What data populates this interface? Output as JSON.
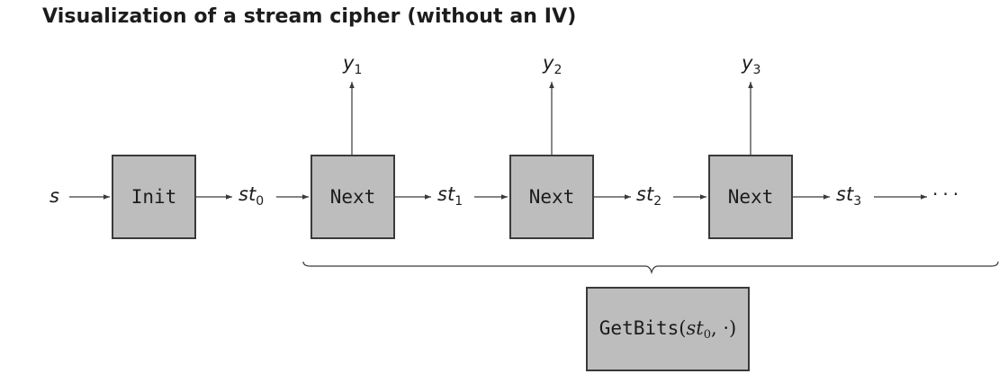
{
  "title": "Visualization of a stream cipher (without an IV)",
  "input_var": "s",
  "init_box": "Init",
  "states": [
    {
      "base": "st",
      "sub": "0"
    },
    {
      "base": "st",
      "sub": "1"
    },
    {
      "base": "st",
      "sub": "2"
    },
    {
      "base": "st",
      "sub": "3"
    }
  ],
  "next_boxes": [
    "Next",
    "Next",
    "Next"
  ],
  "outputs": [
    {
      "base": "y",
      "sub": "1"
    },
    {
      "base": "y",
      "sub": "2"
    },
    {
      "base": "y",
      "sub": "3"
    }
  ],
  "continuation": "···",
  "getbits": {
    "fn": "GetBits",
    "open": "(",
    "arg_base": "st",
    "arg_sub": "0",
    "rest": ", ·)"
  },
  "colors": {
    "box_fill": "#bdbdbd",
    "box_border": "#3a3a3a",
    "line": "#3a3a3a"
  }
}
